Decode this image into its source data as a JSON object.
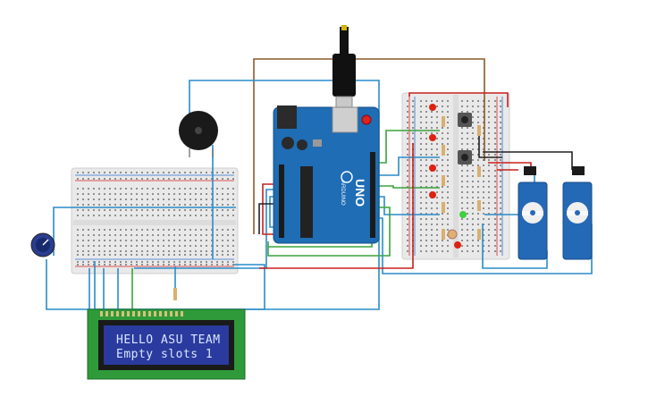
{
  "lcd": {
    "line1": "HELLO ASU TEAM",
    "line2": "Empty slots 1"
  },
  "arduino": {
    "model": "UNO",
    "brand": "ARDUINO"
  },
  "colors": {
    "wire_blue": "#2a8cc8",
    "wire_green": "#3aa33a",
    "wire_red": "#c8201e",
    "wire_brown": "#8a5a2b",
    "wire_black": "#222222",
    "board_blue": "#1e6db5",
    "lcd_green": "#2f9a3a",
    "lcd_screen": "#2a3a9e",
    "servo_blue": "#2469b6",
    "breadboard": "#e8e8e8"
  }
}
